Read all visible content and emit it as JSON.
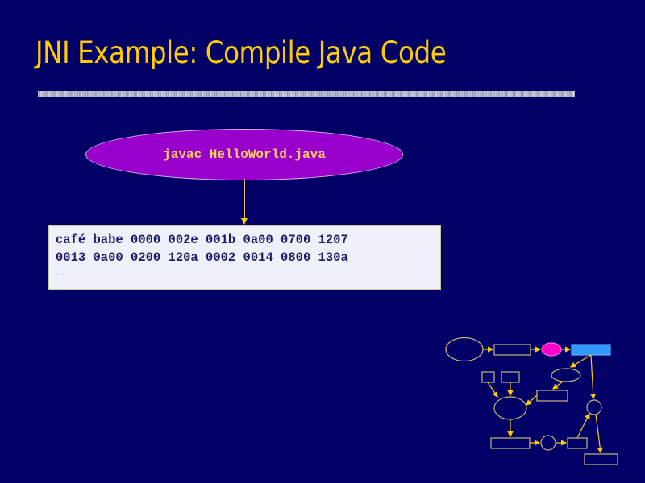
{
  "slide": {
    "title": "JNI Example: Compile Java Code",
    "background_color": "#000066",
    "title_color": "#ffcc00"
  },
  "command": {
    "text": "javac HelloWorld.java",
    "fill_color": "#9900cc",
    "text_color": "#ffcc66"
  },
  "bytecode": {
    "lines": [
      "café babe 0000 002e 001b 0a00 0700 1207",
      "0013 0a00 0200 120a 0002 0014 0800 130a"
    ],
    "ellipsis": "…"
  },
  "decoration": {
    "flow_diagram": {
      "stroke_color": "#c8b878",
      "arrow_color": "#ffcc00",
      "highlight_ellipse_color": "#ff00cc",
      "highlight_rect_color": "#3399ff"
    }
  }
}
